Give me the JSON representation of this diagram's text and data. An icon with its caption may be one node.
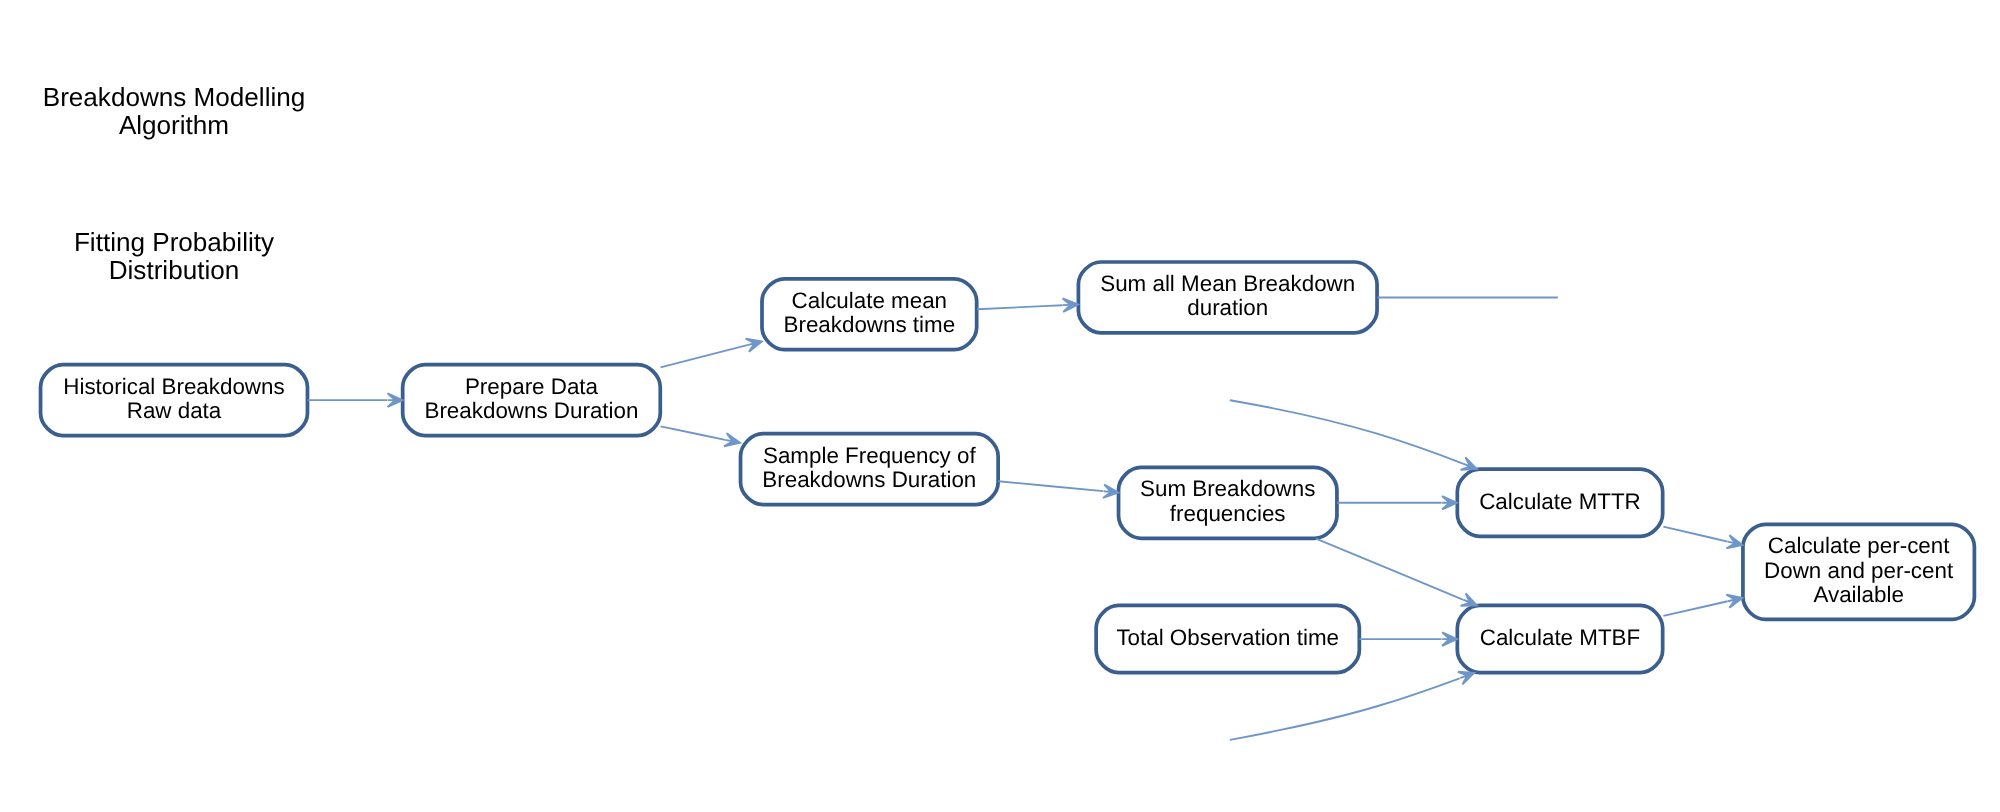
{
  "diagram": {
    "nodes": [
      {
        "text": [
          "Historical Breakdowns Raw data"
        ]
      },
      {
        "text": [
          "Calculate mean Breakdowns time"
        ]
      },
      {
        "text": [
          "Prepare Data Breakdowns Duration"
        ]
      },
      {
        "text": [
          "Sample Frequency of Breakdowns Duration"
        ]
      },
      {
        "text": [
          "Sum all Mean Breakdown duration"
        ]
      },
      {
        "text": [
          "Sum Breakdowns frequencies"
        ]
      },
      {
        "text": [
          "Calculate MTTR"
        ]
      },
      {
        "text": [
          "Calculate per-cent Down and per-cent Available"
        ]
      },
      {
        "text": [
          "Calculate MTBF"
        ]
      },
      {
        "text": [
          "Total Observation time"
        ]
      }
    ],
    "edges": [
      {
        "from": 0,
        "to": 2,
        "arrow": "to"
      },
      {
        "from": 2,
        "to": 1,
        "arrow": "to"
      },
      {
        "from": 2,
        "to": 3,
        "arrow": "to"
      },
      {
        "from": 1,
        "to": 4,
        "arrow": "to"
      },
      {
        "from": 3,
        "to": 5,
        "arrow": "to"
      },
      {
        "from": 4,
        "to": null,
        "arrow": "none"
      },
      {
        "from": 5,
        "to": 6,
        "arrow": "to"
      },
      {
        "from": 5,
        "to": 8,
        "arrow": "to"
      },
      {
        "from": null,
        "to": 6,
        "arrow": "to"
      },
      {
        "from": null,
        "to": 8,
        "arrow": "to"
      },
      {
        "from": 6,
        "to": 7,
        "arrow": "to"
      },
      {
        "from": 8,
        "to": 7,
        "arrow": "to"
      },
      {
        "from": 9,
        "to": 8,
        "arrow": "to"
      }
    ],
    "labels": [
      "Fitting Probability Distribution",
      "Breakdowns Modelling Algorithm"
    ]
  }
}
